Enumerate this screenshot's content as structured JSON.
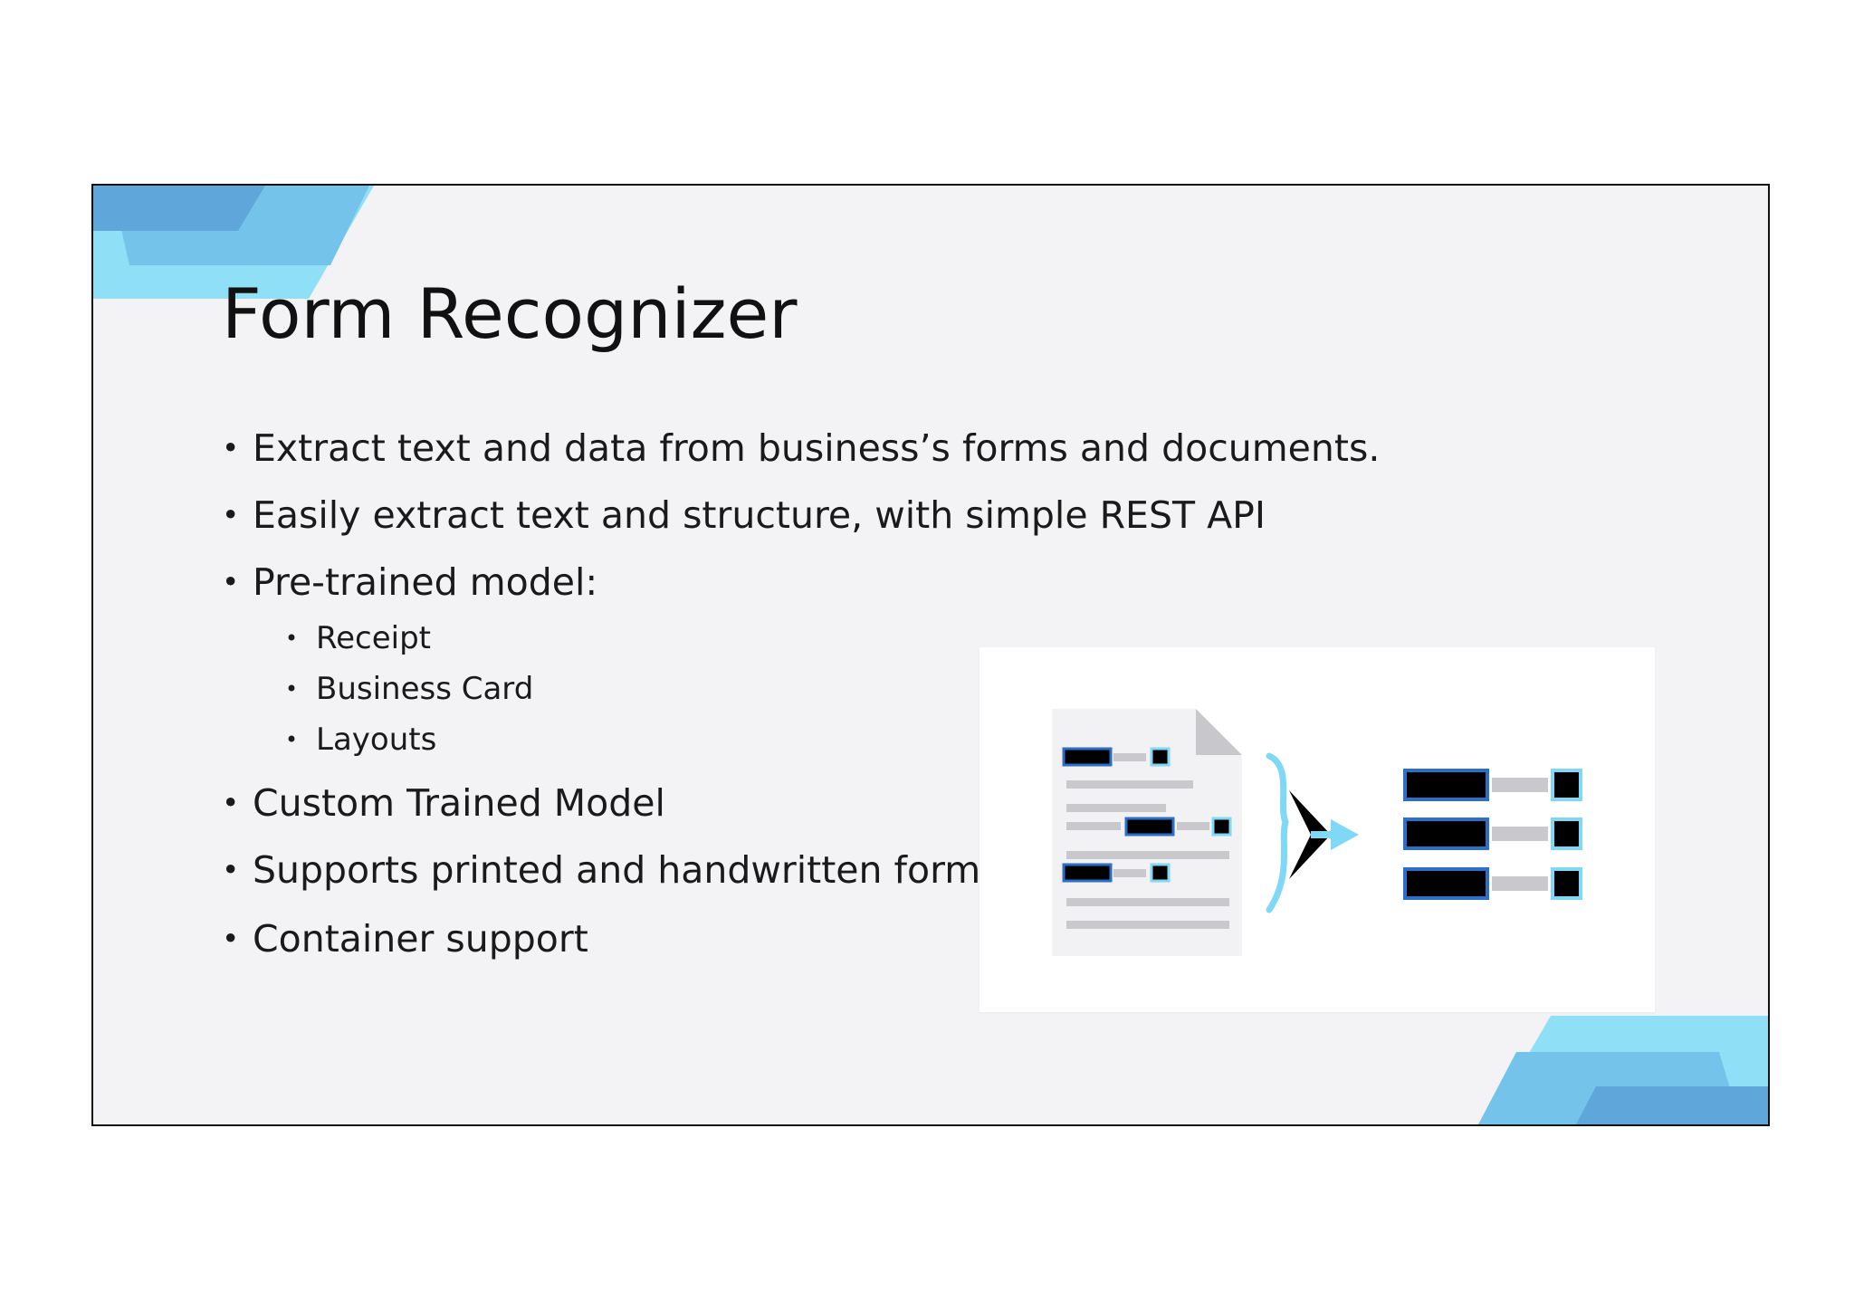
{
  "slide": {
    "title": "Form Recognizer",
    "bullets": [
      {
        "level": 1,
        "text": "Extract text and data from business’s forms and documents."
      },
      {
        "level": 1,
        "text": "Easily extract text and structure, with simple REST API"
      },
      {
        "level": 1,
        "text": "Pre-trained model:"
      },
      {
        "level": 2,
        "text": "Receipt"
      },
      {
        "level": 2,
        "text": "Business Card"
      },
      {
        "level": 2,
        "text": "Layouts"
      },
      {
        "level": 1,
        "text": "Custom Trained Model"
      },
      {
        "level": 1,
        "text": "Supports printed and handwritten forms,"
      },
      {
        "level": 1,
        "text": "Container support"
      }
    ],
    "bullet_symbol": "•"
  },
  "diagram": {
    "icons": [
      "document-icon",
      "merge-arrow-icon",
      "structured-fields-icon"
    ]
  },
  "colors": {
    "slide_background": "#f3f3f5",
    "accent_light": "#8fe0f7",
    "accent_mid": "#74c3ea",
    "accent_dark": "#5fa6db",
    "field_border": "#2a6fc9",
    "field_fill": "#000000",
    "text": "#111111"
  }
}
